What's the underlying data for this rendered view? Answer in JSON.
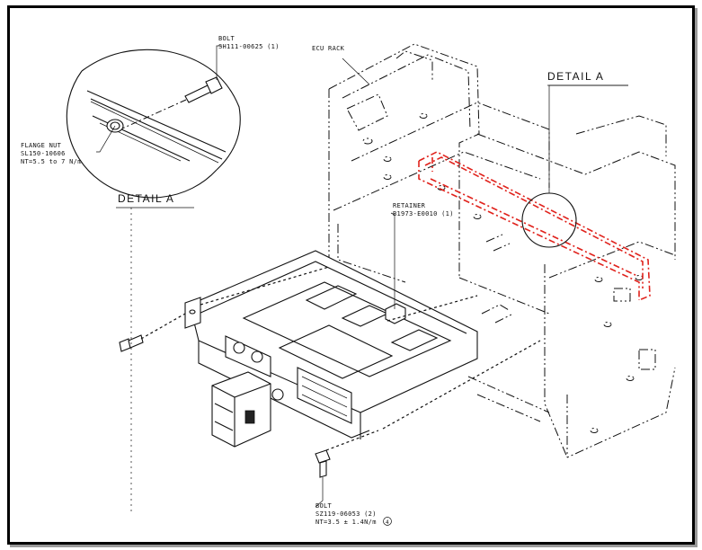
{
  "labels": {
    "bolt_top": {
      "title": "BOLT",
      "part": "SH111-00625 (1)"
    },
    "flange_nut": {
      "title": "FLANGE NUT",
      "part": "SL150-10606",
      "torque": "NT=5.5  to 7 N/m"
    },
    "detail_a_left": "DETAIL A",
    "detail_a_right": "DETAIL A",
    "ecu_rack": "ECU RACK",
    "retainer": {
      "title": "RETAINER",
      "part": "B1973-E0010 (1)"
    },
    "bolt_bottom": {
      "title": "BOLT",
      "part": "SZ119-06053 (2)",
      "torque": "NT=3.5 ± 1.4N/m",
      "symbol": "4"
    }
  },
  "colors": {
    "highlight": "#e0221c",
    "ink": "#111111",
    "frame_shadow": "#9a9a9a"
  }
}
